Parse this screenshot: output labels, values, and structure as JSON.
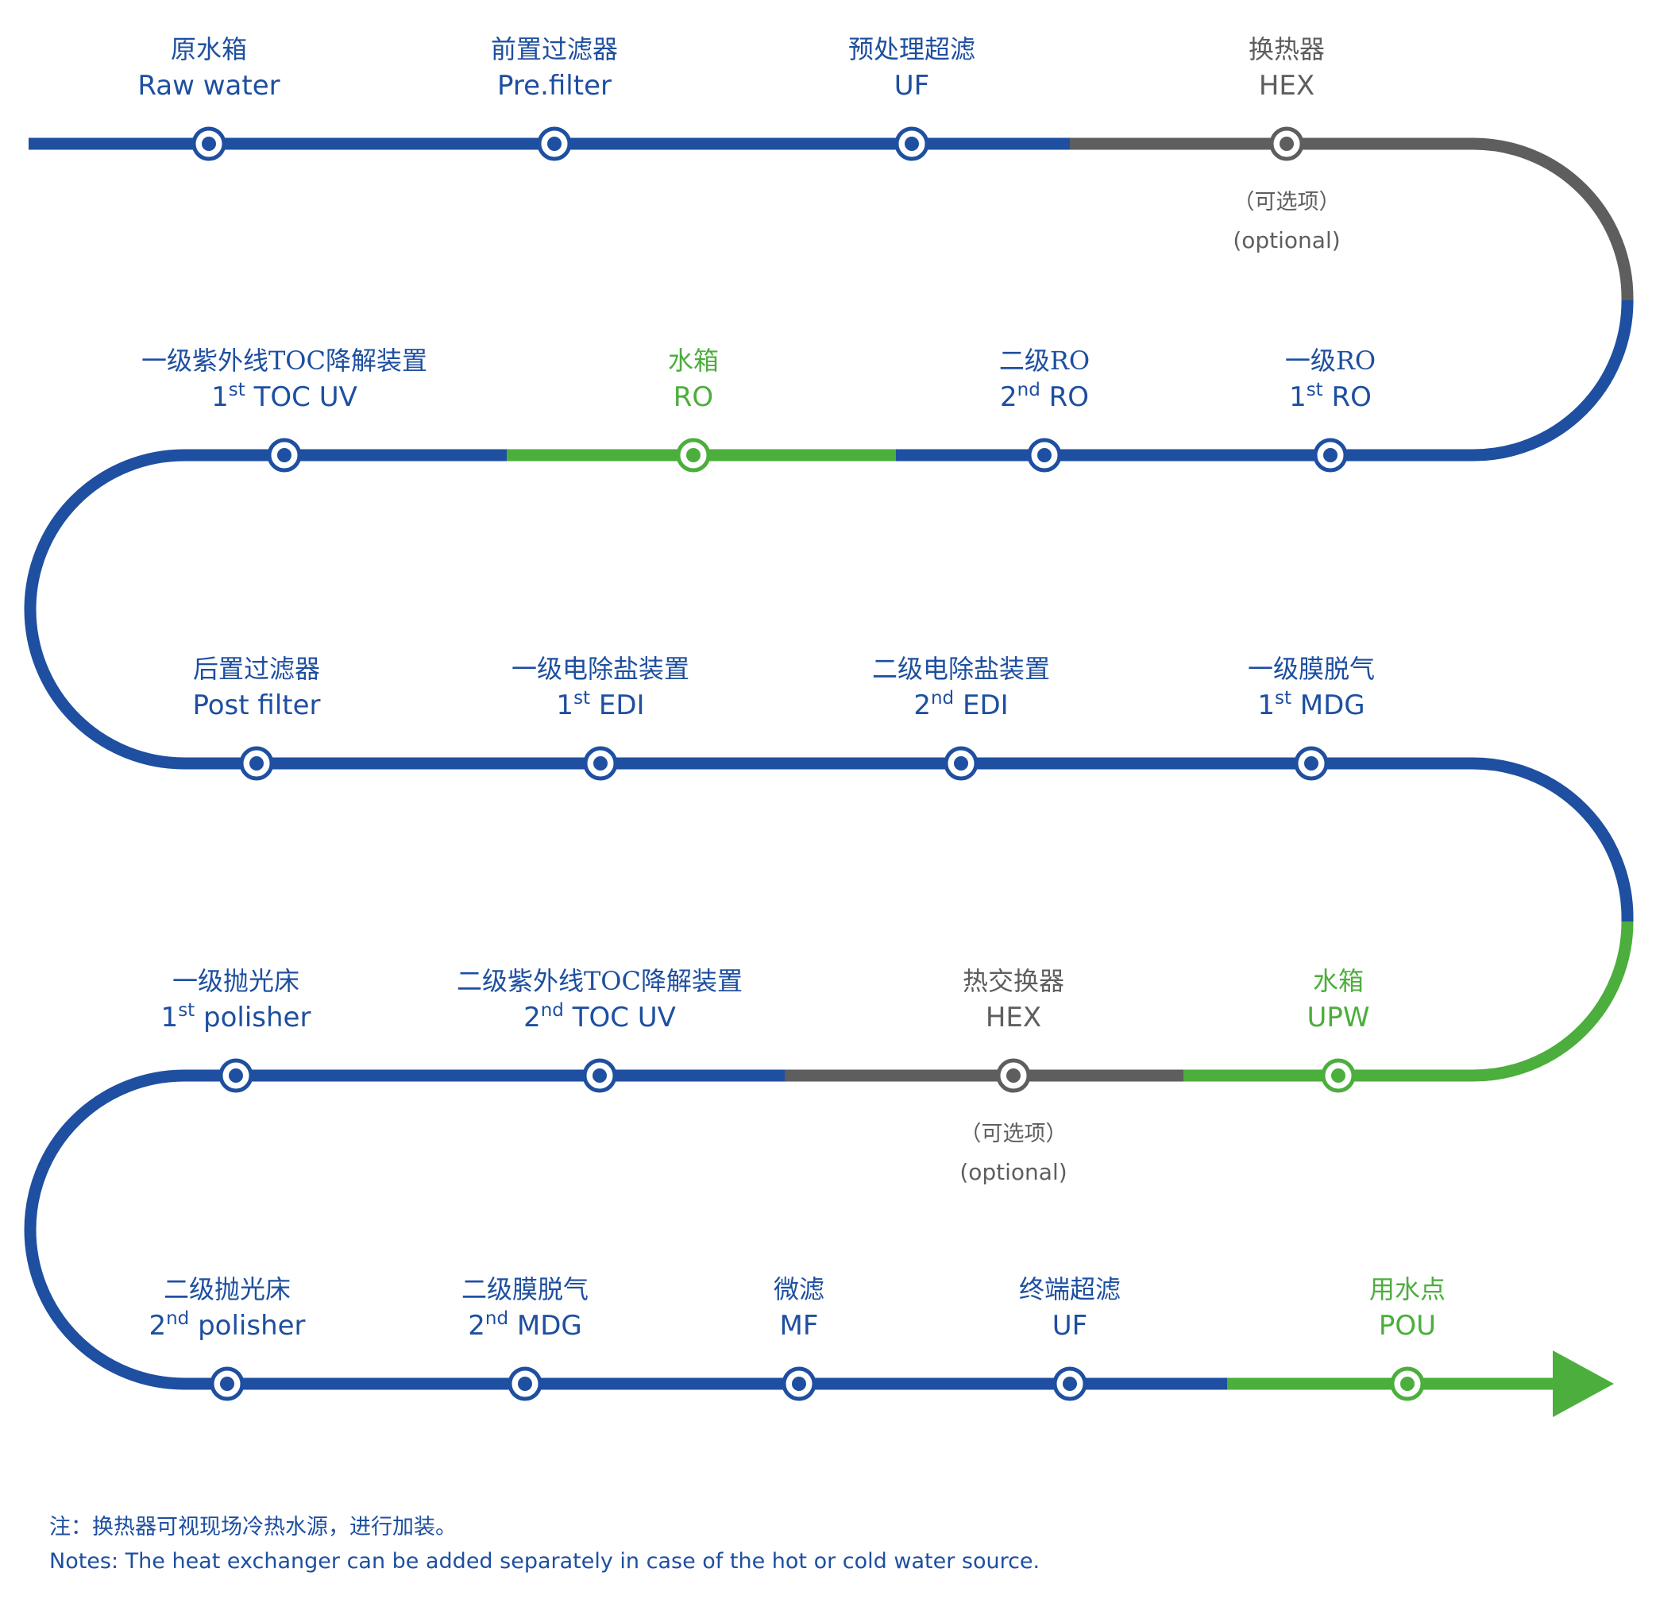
{
  "colors": {
    "blue": "#1e4fa0",
    "green": "#4cae3c",
    "gray": "#5e5e5e"
  },
  "stations": [
    {
      "cn": "原水箱",
      "en": "Raw water",
      "line": "blue"
    },
    {
      "cn": "前置过滤器",
      "en": "Pre.filter",
      "line": "blue"
    },
    {
      "cn": "预处理超滤",
      "en": "UF",
      "line": "blue"
    },
    {
      "cn": "换热器",
      "en": "HEX",
      "line": "gray",
      "optional_cn": "（可选项）",
      "optional_en": "(optional)"
    },
    {
      "cn": "一级RO",
      "en_base": "1",
      "en_sup": "st",
      "en_tail": " RO",
      "line": "blue"
    },
    {
      "cn": "二级RO",
      "en_base": "2",
      "en_sup": "nd",
      "en_tail": " RO",
      "line": "blue"
    },
    {
      "cn": "水箱",
      "en": "RO",
      "line": "green"
    },
    {
      "cn": "一级紫外线TOC降解装置",
      "en_base": "1",
      "en_sup": "st",
      "en_tail": " TOC UV",
      "line": "blue"
    },
    {
      "cn": "后置过滤器",
      "en": "Post filter",
      "line": "blue"
    },
    {
      "cn": "一级电除盐装置",
      "en_base": "1",
      "en_sup": "st",
      "en_tail": " EDI",
      "line": "blue"
    },
    {
      "cn": "二级电除盐装置",
      "en_base": "2",
      "en_sup": "nd",
      "en_tail": " EDI",
      "line": "blue"
    },
    {
      "cn": "一级膜脱气",
      "en_base": "1",
      "en_sup": "st",
      "en_tail": " MDG",
      "line": "blue"
    },
    {
      "cn": "水箱",
      "en": "UPW",
      "line": "green"
    },
    {
      "cn": "热交换器",
      "en": "HEX",
      "line": "gray",
      "optional_cn": "（可选项）",
      "optional_en": "(optional)"
    },
    {
      "cn": "二级紫外线TOC降解装置",
      "en_base": "2",
      "en_sup": "nd",
      "en_tail": " TOC UV",
      "line": "blue"
    },
    {
      "cn": "一级抛光床",
      "en_base": "1",
      "en_sup": "st",
      "en_tail": " polisher",
      "line": "blue"
    },
    {
      "cn": "二级抛光床",
      "en_base": "2",
      "en_sup": "nd",
      "en_tail": " polisher",
      "line": "blue"
    },
    {
      "cn": "二级膜脱气",
      "en_base": "2",
      "en_sup": "nd",
      "en_tail": " MDG",
      "line": "blue"
    },
    {
      "cn": "微滤",
      "en": "MF",
      "line": "blue"
    },
    {
      "cn": "终端超滤",
      "en": "UF",
      "line": "blue"
    },
    {
      "cn": "用水点",
      "en": "POU",
      "line": "green"
    }
  ],
  "notes": {
    "cn": "注：换热器可视现场冷热水源，进行加装。",
    "en": "Notes: The heat exchanger can be added separately in case of the hot or cold water source."
  }
}
